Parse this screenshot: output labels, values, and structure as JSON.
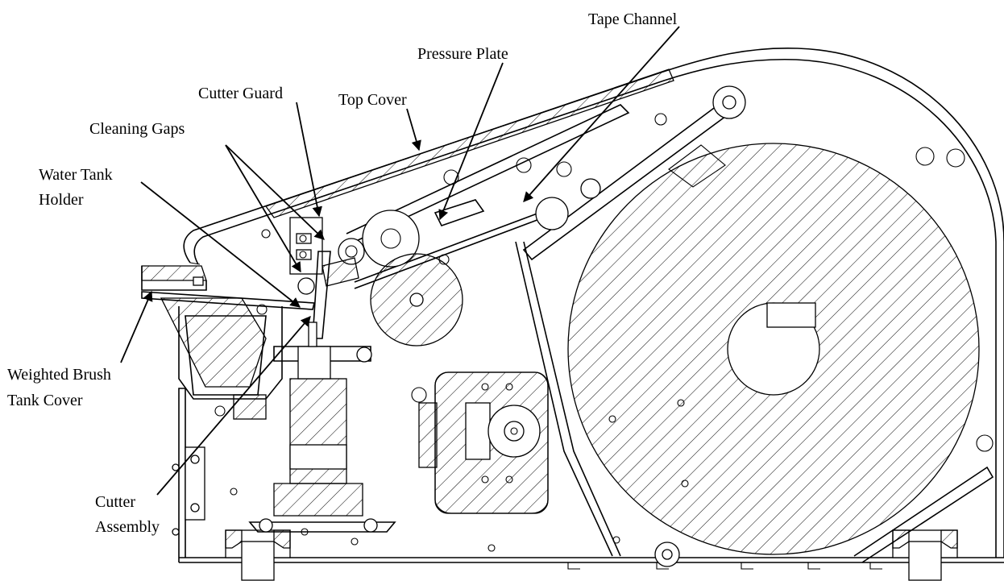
{
  "labels": {
    "tape_channel": "Tape Channel",
    "pressure_plate": "Pressure Plate",
    "top_cover": "Top Cover",
    "cutter_guard": "Cutter Guard",
    "cleaning_gaps": "Cleaning Gaps",
    "water_tank_holder_1": "Water Tank",
    "water_tank_holder_2": "Holder",
    "weighted_brush_1": "Weighted Brush",
    "weighted_brush_2": "Tank Cover",
    "cutter_assembly_1": "Cutter",
    "cutter_assembly_2": "Assembly"
  }
}
